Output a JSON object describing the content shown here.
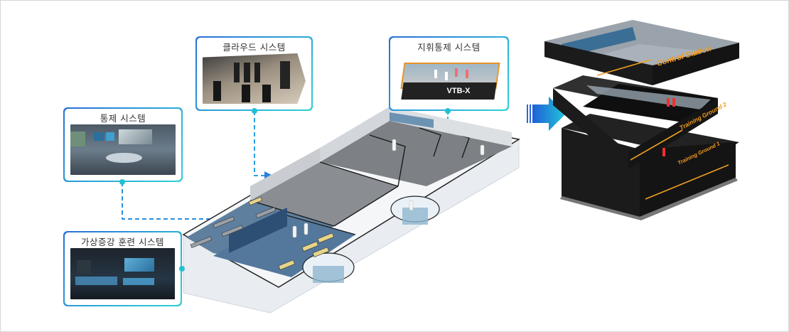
{
  "diagram": {
    "cards": [
      {
        "id": "cloud",
        "title": "클라우드 시스템"
      },
      {
        "id": "command",
        "title": "지휘통제 시스템"
      },
      {
        "id": "control",
        "title": "통제 시스템"
      },
      {
        "id": "ar-training",
        "title": "가상증강 훈련 시스템"
      }
    ],
    "thumbnail_labels": {
      "vtbx_logo": "VTB-X"
    },
    "building_layers": [
      {
        "label": "Control Station"
      },
      {
        "label": "Training Ground 2"
      },
      {
        "label": "Training Ground 1"
      }
    ],
    "colors": {
      "card_border_start": "#2a6ed6",
      "card_border_end": "#2fd0d6",
      "connector": "#2aa7e0",
      "connector_dot": "#23c0d0",
      "arrow_start": "#1f5fd8",
      "arrow_end": "#22c6d8",
      "layer_label": "#f39a1e",
      "layer_stripe": "#f0a020",
      "layer_wall": "#1b1b1b"
    }
  }
}
